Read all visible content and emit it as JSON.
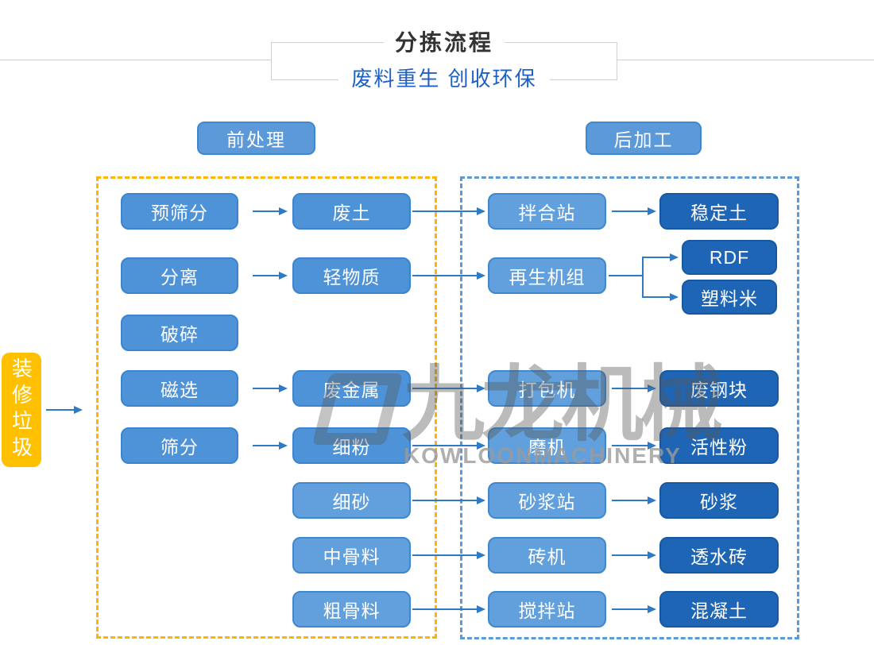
{
  "header": {
    "title": "分拣流程",
    "subtitle": "废料重生 创收环保"
  },
  "sections": {
    "pre": "前处理",
    "post": "后加工"
  },
  "source": {
    "label": "装修垃圾"
  },
  "watermark": {
    "logo_text": "九龙机械",
    "brand": "KOWLOONMACHINERY"
  },
  "nodes": {
    "yu_shai_fen": "预筛分",
    "fen_li": "分离",
    "po_sui": "破碎",
    "ci_xuan": "磁选",
    "shai_fen": "筛分",
    "fei_tu": "废土",
    "qing_wu_zhi": "轻物质",
    "fei_jin_shu": "废金属",
    "xi_fen": "细粉",
    "xi_sha": "细砂",
    "zhong_gu_liao": "中骨料",
    "cu_gu_liao": "粗骨料",
    "ban_he_zhan": "拌合站",
    "zai_sheng_ji_zu": "再生机组",
    "da_bao_ji": "打包机",
    "mo_ji": "磨机",
    "sha_jiang_zhan": "砂浆站",
    "zhuan_ji": "砖机",
    "jiao_ban_zhan": "搅拌站",
    "wen_ding_tu": "稳定土",
    "rdf": "RDF",
    "su_liao_mi": "塑料米",
    "fei_gang_kuai": "废钢块",
    "huo_xing_fen": "活性粉",
    "sha_jiang": "砂浆",
    "tou_shui_zhuan": "透水砖",
    "hun_ning_tu": "混凝土"
  },
  "colors": {
    "node_blue": "#4E92D7",
    "node_light": "#61A0DC",
    "node_dark": "#1E66B5",
    "badge_blue": "#5B99D9",
    "source_yellow": "#FFC000",
    "dash_yellow": "#FFB400",
    "dash_blue": "#5B9BD5",
    "arrow_blue": "#2E7AC4",
    "subtitle_blue": "#1E61C4",
    "title_gray": "#333333"
  }
}
